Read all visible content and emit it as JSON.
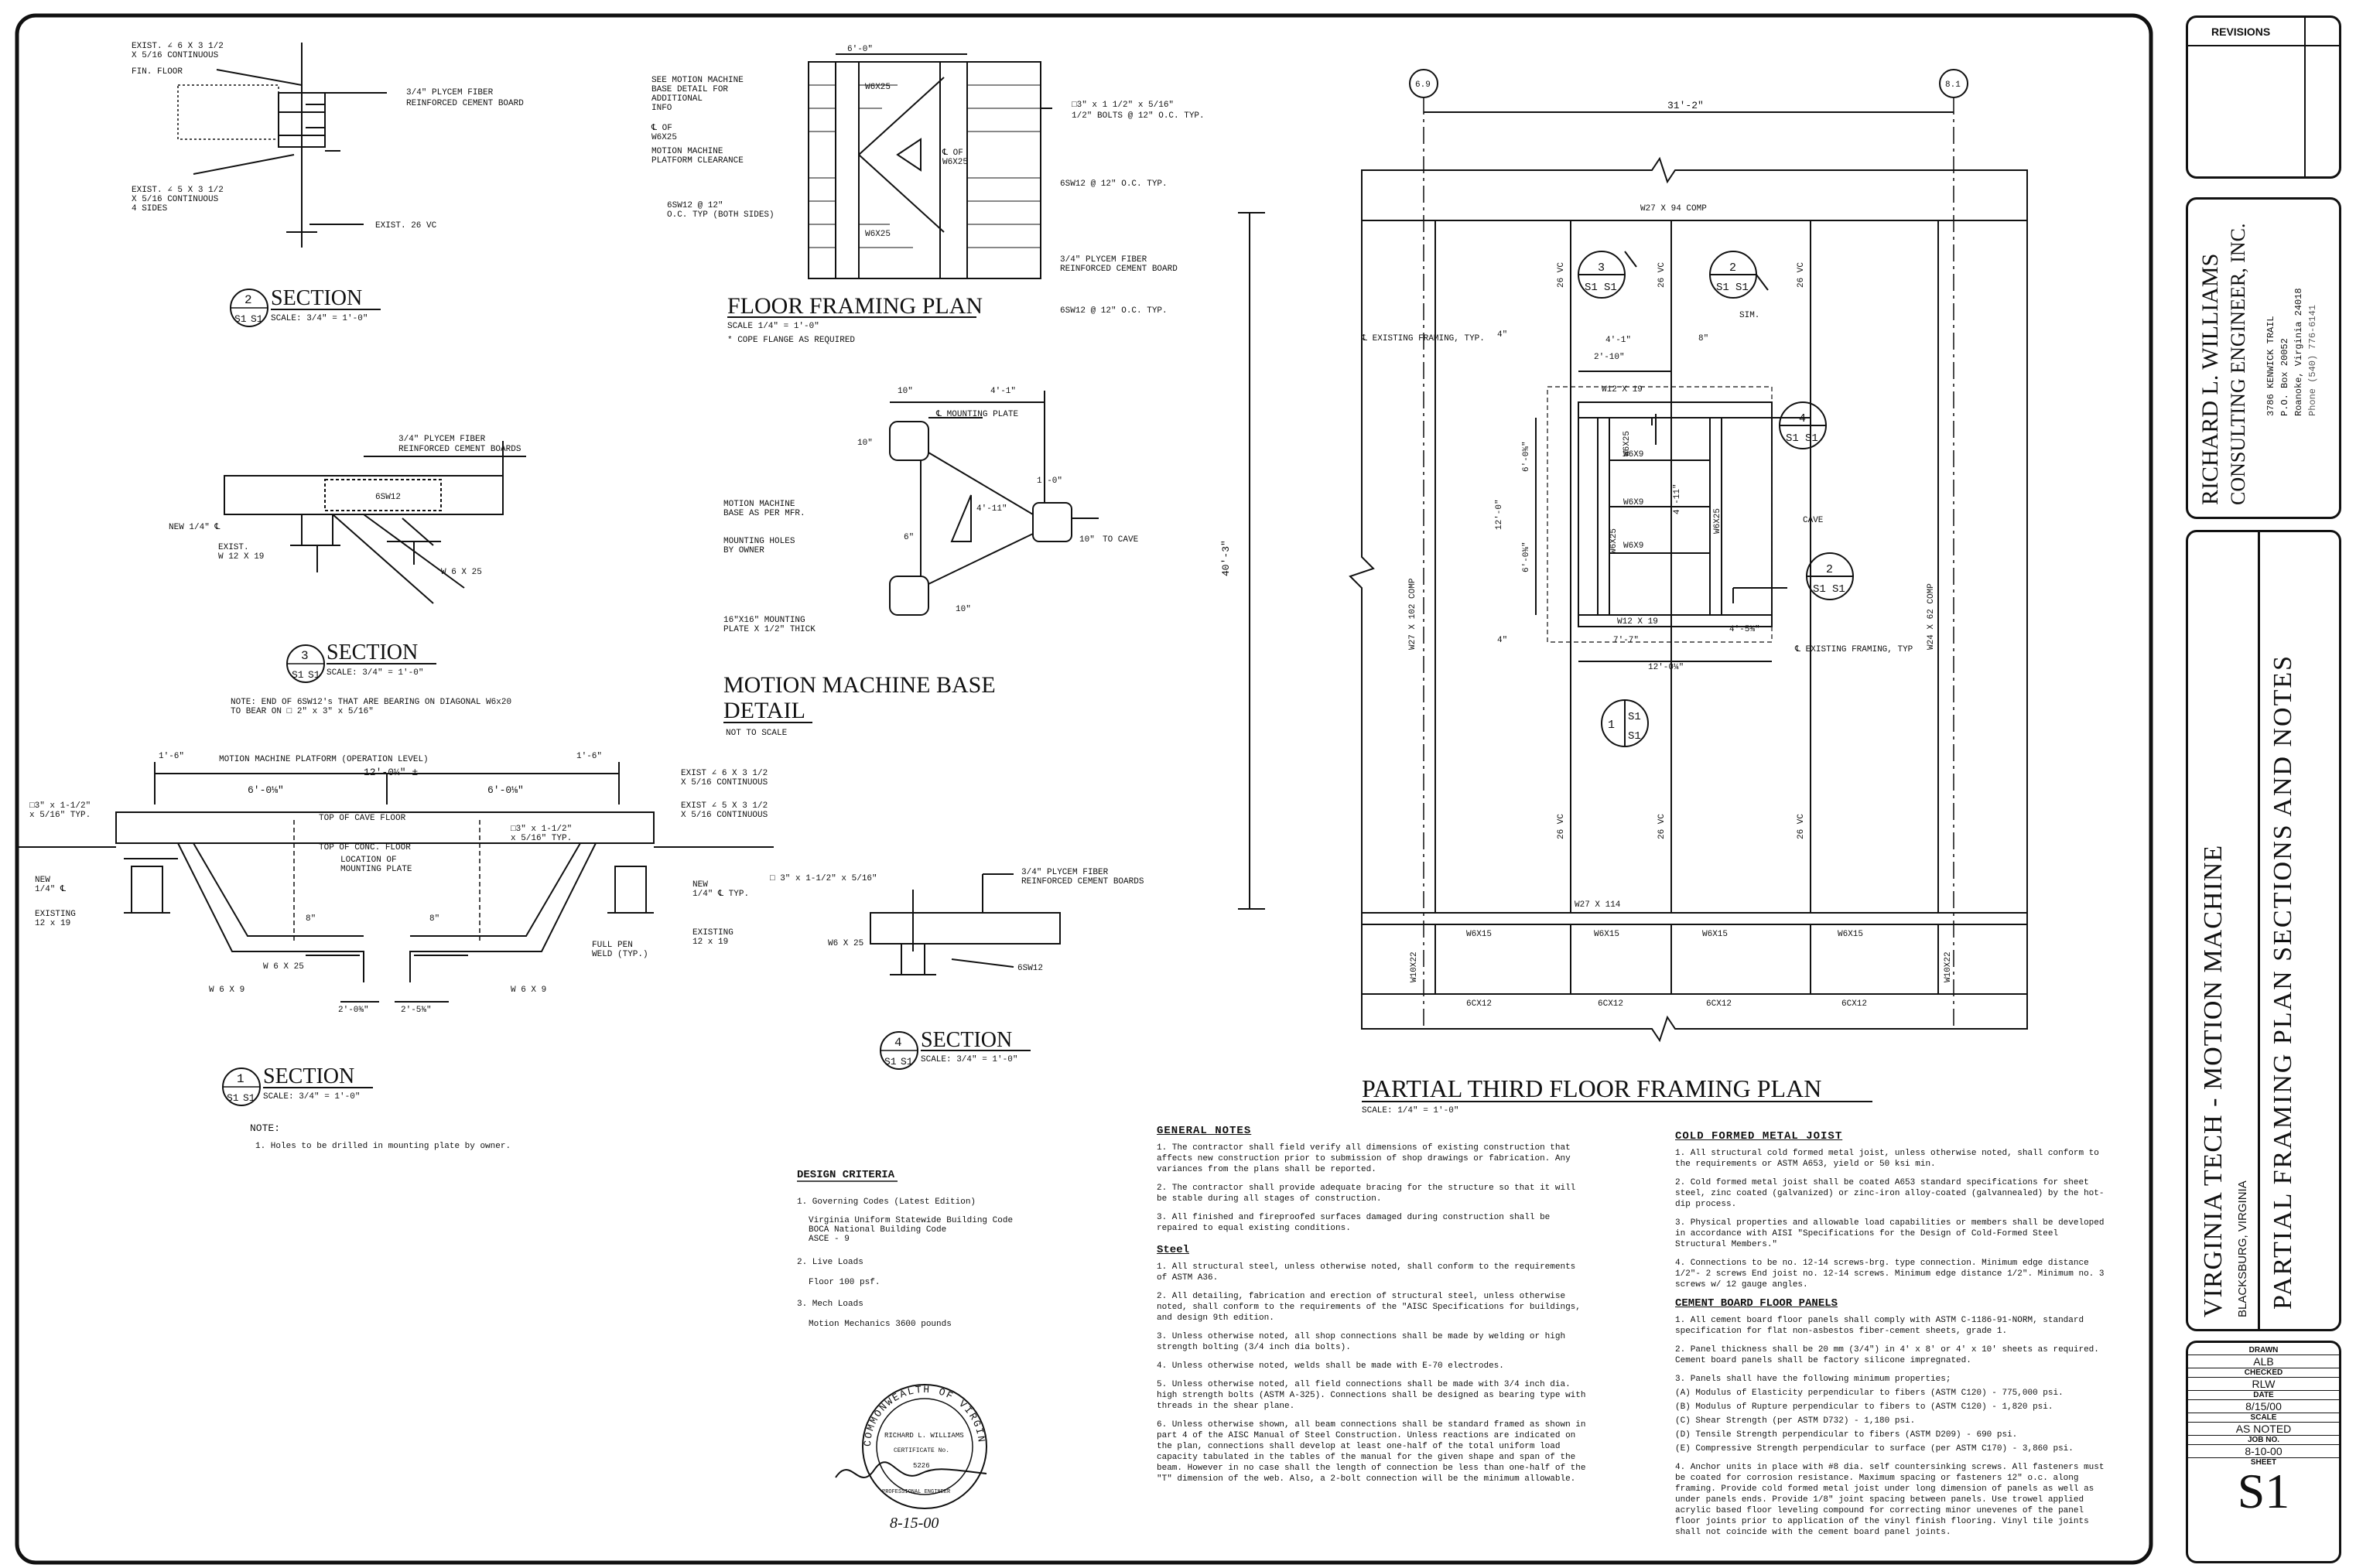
{
  "sections": {
    "s2": {
      "num": "2",
      "ref": "S1",
      "ref2": "S1",
      "title": "SECTION",
      "scale": "SCALE: 3/4\" = 1'-0\"",
      "labels": {
        "a": "EXIST. ∠ 6 X 3 1/2",
        "b": "X 5/16 CONTINUOUS",
        "c": "FIN. FLOOR",
        "d": "3/4\" PLYCEM FIBER",
        "e": "REINFORCED CEMENT BOARD",
        "f": "EXIST. ∠ 5 X 3 1/2",
        "g": "X 5/16 CONTINUOUS",
        "h": "4 SIDES",
        "i": "EXIST. 26 VC"
      }
    },
    "s3": {
      "num": "3",
      "ref": "S1",
      "title": "SECTION",
      "scale": "SCALE: 3/4\" = 1'-0\"",
      "labels": {
        "a": "3/4\" PLYCEM FIBER",
        "b": "REINFORCED CEMENT BOARDS",
        "c": "6SW12",
        "d": "NEW 1/4\" ℄",
        "e": "EXIST.",
        "f": "W 12 X 19",
        "g": "W 6 X 25"
      },
      "note": "NOTE: END OF 6SW12's THAT ARE BEARING ON DIAGONAL W6x20",
      "note2": "TO BEAR ON □ 2\" x 3\" x 5/16\""
    },
    "s1": {
      "num": "1",
      "ref": "S1",
      "title": "SECTION",
      "scale": "SCALE: 3/4\" = 1'-0\"",
      "labels": {
        "a": "1'-6\"",
        "b": "MOTION MACHINE PLATFORM (OPERATION LEVEL)",
        "c": "12'-0¼\" ±",
        "d": "6'-0⅛\"",
        "e": "6'-0⅛\"",
        "f": "1'-6\"",
        "g": "□3\" x 1-1/2\"",
        "h": "x 5/16\" TYP.",
        "i": "TOP OF CAVE FLOOR",
        "j": "TOP OF CONC. FLOOR",
        "k": "LOCATION OF",
        "l": "MOUNTING PLATE",
        "m": "EXIST ∠ 6 X 3 1/2",
        "n": "X 5/16 CONTINUOUS",
        "o": "EXIST ∠ 5 X 3 1/2",
        "p": "X 5/16 CONTINUOUS",
        "q": "□3\" x 1-1/2\"",
        "r": "x 5/16\" TYP.",
        "s": "NEW",
        "t": "1/4\" ℄",
        "u": "EXISTING",
        "v": "12 x 19",
        "w": "NEW",
        "x": "1/4\" ℄ TYP.",
        "y": "EXISTING",
        "z": "12 x 19",
        "aa": "FULL PEN",
        "bb": "WELD (TYP.)",
        "cc": "W 6 X 25",
        "dd": "W 6 X 9",
        "ee": "W 6 X 9",
        "ff": "2'-0⅜\"",
        "gg": "2'-5⅜\"",
        "hh": "8\"",
        "ii": "8\""
      },
      "note_title": "NOTE:",
      "note": "1. Holes to be drilled in mounting plate by owner."
    },
    "s4": {
      "num": "4",
      "ref": "S1",
      "title": "SECTION",
      "scale": "SCALE: 3/4\" = 1'-0\"",
      "labels": {
        "a": "□ 3\" x 1-1/2\" x 5/16\"",
        "b": "3/4\" PLYCEM FIBER",
        "c": "REINFORCED CEMENT BOARDS",
        "d": "W6 X 25",
        "e": "6SW12"
      }
    }
  },
  "floor_framing": {
    "title": "FLOOR FRAMING PLAN",
    "scale": "SCALE 1/4\" = 1'-0\"",
    "note": "* COPE FLANGE AS REQUIRED",
    "labels": {
      "a": "SEE MOTION MACHINE",
      "b": "BASE DETAIL FOR",
      "c": "ADDITIONAL",
      "d": "INFO",
      "e": "℄ OF",
      "f": "W6X25",
      "g": "MOTION MACHINE",
      "h": "PLATFORM CLEARANCE",
      "i": "6SW12 @ 12\"",
      "j": "O.C. TYP (BOTH SIDES)",
      "k": "□3\" x 1 1/2\" x 5/16\"",
      "l": "1/2\" BOLTS @ 12\" O.C. TYP.",
      "m": "6SW12 @ 12\" O.C. TYP.",
      "n": "3/4\" PLYCEM FIBER",
      "o": "REINFORCED CEMENT BOARD",
      "p": "6SW12 @ 12\" O.C. TYP.",
      "q": "6'-0\"",
      "r": "℄ OF",
      "s": "W6X25",
      "t": "W6X25",
      "u": "W6X25"
    }
  },
  "motion_base": {
    "title": "MOTION MACHINE BASE",
    "title2": "DETAIL",
    "scale": "NOT TO SCALE",
    "labels": {
      "a": "10\"",
      "b": "4'-1\"",
      "c": "℄ MOUNTING PLATE",
      "d": "MOTION MACHINE",
      "e": "BASE AS PER MFR.",
      "f": "MOUNTING HOLES",
      "g": "BY OWNER",
      "h": "16\"X16\" MOUNTING",
      "i": "PLATE X 1/2\" THICK",
      "j": "1'-0\"",
      "k": "TO CAVE",
      "l": "4'-11\"",
      "m": "10\"",
      "n": "10\"",
      "o": "10\"",
      "p": "6\""
    }
  },
  "partial_plan": {
    "title": "PARTIAL THIRD FLOOR FRAMING PLAN",
    "scale": "SCALE: 1/4\" = 1'-0\"",
    "grid": [
      "6.9",
      "8.1"
    ],
    "overall": "31'-2\"",
    "height": "40'-3\"",
    "beams": {
      "top": "W27 X 94 COMP",
      "left": "W27 X 102 COMP",
      "right": "W24 X 62 COMP",
      "bottom": "W27 X 114",
      "vc1": "26 VC",
      "vc2": "26 VC",
      "vc3": "26 VC",
      "vc4": "26 VC",
      "vc5": "26 VC",
      "vc6": "26 VC"
    },
    "labels": {
      "a": "℄ EXISTING FRAMING, TYP.",
      "b": "4'-1\"",
      "c": "2'-10\"",
      "d": "8\"",
      "e": "W12 X 19",
      "f": "W6X9",
      "g": "W6X9",
      "h": "W6X9",
      "i": "W6X25",
      "j": "W6X25",
      "k": "W6X25",
      "l": "12'-0\"",
      "m": "6'-0⅜\"",
      "n": "6'-0⅜\"",
      "o": "4'-11\"",
      "p": "CAVE",
      "q": "W12 X 19",
      "r": "7'-7\"",
      "s": "4'-5⅜\"",
      "t": "12'-0¼\"",
      "u": "℄ EXISTING FRAMING, TYP",
      "v": "SIM.",
      "w": "4\"",
      "x": "4\""
    },
    "bottom_bay": {
      "w6": [
        "W6X15",
        "W6X15",
        "W6X15",
        "W6X15"
      ],
      "c6": [
        "6CX12",
        "6CX12",
        "6CX12",
        "6CX12"
      ],
      "w10": [
        "W10X22",
        "W10X22"
      ]
    },
    "tags": [
      {
        "n": "3",
        "r": "S1",
        "r2": "S1"
      },
      {
        "n": "2",
        "r": "S1",
        "r2": "S1"
      },
      {
        "n": "4",
        "r": "S1",
        "r2": "S1"
      },
      {
        "n": "2",
        "r": "S1",
        "r2": "S1"
      },
      {
        "n": "1",
        "r": "S1",
        "r2": "S1"
      }
    ]
  },
  "design_criteria": {
    "title": "DESIGN CRITERIA",
    "items": [
      "1. Governing Codes (Latest Edition)",
      "Virginia Uniform Statewide Building Code",
      "BOCA National Building Code",
      "ASCE - 9",
      "2. Live Loads",
      "Floor     100 psf.",
      "3. Mech Loads",
      "Motion Mechanics      3600 pounds"
    ]
  },
  "seal": {
    "ring": "COMMONWEALTH OF VIRGINIA",
    "name": "RICHARD L. WILLIAMS",
    "cert": "CERTIFICATE No.",
    "num": "5226",
    "prof": "PROFESSIONAL ENGINEER",
    "date": "8-15-00"
  },
  "general_notes": {
    "title": "GENERAL NOTES",
    "items": [
      "1. The contractor shall field verify all dimensions of existing construction that affects new construction prior to submission of shop drawings or fabrication. Any variances from the plans shall be reported.",
      "2. The contractor shall provide adequate bracing for the structure so that it will be stable during all stages of construction.",
      "3. All finished and fireproofed surfaces damaged during construction shall be repaired to equal existing conditions."
    ],
    "steel_title": "Steel",
    "steel": [
      "1. All structural steel, unless otherwise noted, shall conform to the requirements of ASTM A36.",
      "2. All detailing, fabrication and erection of structural steel, unless otherwise noted, shall conform to the requirements of the \"AISC Specifications for buildings, and design 9th edition.",
      "3. Unless otherwise noted, all shop connections shall be made by welding or high strength bolting (3/4 inch dia bolts).",
      "4. Unless otherwise noted, welds shall be made with E-70 electrodes.",
      "5. Unless otherwise noted, all field connections shall be made with 3/4 inch dia. high strength bolts (ASTM A-325). Connections shall be designed as bearing type with threads in the shear plane.",
      "6. Unless otherwise shown, all beam connections shall be standard framed as shown in part 4 of the AISC Manual of Steel Construction. Unless reactions are indicated on the plan, connections shall develop at least one-half of the total uniform load capacity tabulated in the tables of the manual for the given shape and span of the beam. However in no case shall the length of connection be less than one-half of the \"T\" dimension of the web. Also, a 2-bolt connection will be the minimum allowable."
    ]
  },
  "cfmj": {
    "title": "COLD FORMED METAL JOIST",
    "items": [
      "1. All structural cold formed metal joist, unless otherwise noted, shall conform to the requirements or ASTM A653, yield or 50 ksi min.",
      "2. Cold formed metal joist shall be coated A653 standard specifications for sheet steel, zinc coated (galvanized) or zinc-iron alloy-coated (galvannealed) by the hot-dip process.",
      "3. Physical properties and allowable load capabilities or members shall be developed in accordance with AISI \"Specifications for the Design of Cold-Formed Steel Structural Members.\"",
      "4. Connections to be no. 12-14 screws-brg. type connection. Minimum edge distance 1/2\"- 2 screws  End joist no. 12-14 screws. Minimum edge distance 1/2\". Minimum no. 3 screws w/ 12 gauge angles."
    ],
    "cb_title": "CEMENT BOARD FLOOR PANELS",
    "cb": [
      "1. All cement board floor panels shall comply with ASTM C-1186-91-NORM, standard specification for flat non-asbestos fiber-cement sheets, grade 1.",
      "2. Panel thickness shall be 20 mm (3/4\") in 4' x 8' or 4' x 10' sheets as required. Cement board panels shall be factory silicone impregnated.",
      "3. Panels shall have the following minimum properties;",
      "(A) Modulus of Elasticity perpendicular to fibers (ASTM C120) - 775,000 psi.",
      "(B) Modulus of Rupture perpendicular to fibers to (ASTM C120) - 1,820 psi.",
      "(C) Shear Strength (per ASTM D732) - 1,180 psi.",
      "(D) Tensile Strength perpendicular to fibers (ASTM D209) - 690 psi.",
      "(E) Compressive Strength perpendicular to surface (per ASTM C170) - 3,860 psi.",
      "4. Anchor units in place with #8 dia. self countersinking screws. All fasteners must be coated for corrosion resistance. Maximum spacing or fasteners 12\" o.c. along framing. Provide cold formed metal joist under long dimension of panels as well as under panels ends. Provide 1/8\" joint spacing between panels. Use trowel applied acrylic based floor leveling compound for correcting minor unevenes of the panel floor joints prior to application of the vinyl finish flooring. Vinyl tile joints shall not coincide with the cement board panel joints."
    ]
  },
  "title_block": {
    "revisions": "REVISIONS",
    "firm": "RICHARD L. WILLIAMS",
    "firm2": "CONSULTING ENGINEER, INC.",
    "addr1": "3786 KENWICK TRAIL",
    "addr2": "P.O. Box 20052",
    "addr3": "Roanoke, Virginia 24018",
    "addr4": "Phone (540) 776-6141",
    "project": "VIRGINIA TECH  -  MOTION MACHINE",
    "location": "BLACKSBURG, VIRGINIA",
    "sheet_title": "PARTIAL FRAMING PLAN SECTIONS AND NOTES",
    "drawn_l": "DRAWN",
    "drawn": "ALB",
    "checked_l": "CHECKED",
    "checked": "RLW",
    "date_l": "DATE",
    "date": "8/15/00",
    "scale_l": "SCALE",
    "scale": "AS NOTED",
    "job_l": "JOB NO.",
    "job": "8-10-00",
    "sheet_l": "SHEET",
    "sheet": "S1"
  }
}
